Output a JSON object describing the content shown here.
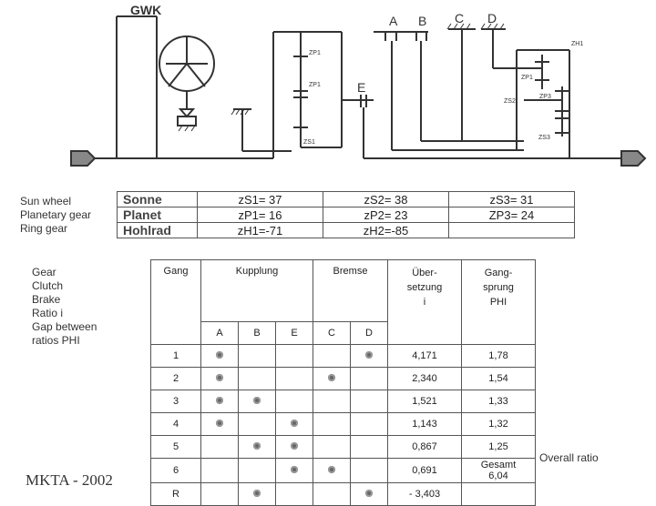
{
  "schematic": {
    "gwk_label": "GWK",
    "clutch_labels": [
      "A",
      "B",
      "C",
      "D",
      "E"
    ],
    "gear_labels": {
      "zp1_a": "ZP1",
      "zp1_b": "ZP1",
      "zs1": "ZS1",
      "zh1": "ZH1",
      "zp1_r": "ZP1",
      "zs2": "ZS2",
      "zp3": "ZP3",
      "zs3": "ZS3"
    }
  },
  "legend_left": [
    "Sun wheel",
    "Planetary gear",
    "Ring gear"
  ],
  "teeth_table": {
    "rows": [
      {
        "name": "Sonne",
        "c1": "zS1= 37",
        "c2": "zS2= 38",
        "c3": "zS3= 31"
      },
      {
        "name": "Planet",
        "c1": "zP1= 16",
        "c2": "zP2= 23",
        "c3": "ZP3= 24"
      },
      {
        "name": "Hohlrad",
        "c1": "zH1=-71",
        "c2": "zH2=-85",
        "c3": ""
      }
    ]
  },
  "legend_shift": [
    "Gear",
    "Clutch",
    "Brake",
    "Ratio i",
    "Gap between",
    "ratios PHI"
  ],
  "shift_table": {
    "h_gang": "Gang",
    "h_kupplung": "Kupplung",
    "h_bremse": "Bremse",
    "h_ueber": "Über-\nsetzung\ni",
    "h_sprung": "Gang-\nsprung\nPHI",
    "sub": [
      "A",
      "B",
      "E",
      "C",
      "D"
    ],
    "rows": [
      {
        "gang": "1",
        "A": true,
        "B": false,
        "E": false,
        "C": false,
        "D": true,
        "i": "4,171",
        "phi": "1,78"
      },
      {
        "gang": "2",
        "A": true,
        "B": false,
        "E": false,
        "C": true,
        "D": false,
        "i": "2,340",
        "phi": "1,54"
      },
      {
        "gang": "3",
        "A": true,
        "B": true,
        "E": false,
        "C": false,
        "D": false,
        "i": "1,521",
        "phi": "1,33"
      },
      {
        "gang": "4",
        "A": true,
        "B": false,
        "E": true,
        "C": false,
        "D": false,
        "i": "1,143",
        "phi": "1,32"
      },
      {
        "gang": "5",
        "A": false,
        "B": true,
        "E": true,
        "C": false,
        "D": false,
        "i": "0,867",
        "phi": "1,25"
      },
      {
        "gang": "6",
        "A": false,
        "B": false,
        "E": true,
        "C": true,
        "D": false,
        "i": "0,691",
        "phi": "Gesamt\n6,04"
      },
      {
        "gang": "R",
        "A": false,
        "B": true,
        "E": false,
        "C": false,
        "D": true,
        "i": "- 3,403",
        "phi": ""
      }
    ]
  },
  "overall_label": "Overall ratio",
  "footer": "MKTA -  2002"
}
